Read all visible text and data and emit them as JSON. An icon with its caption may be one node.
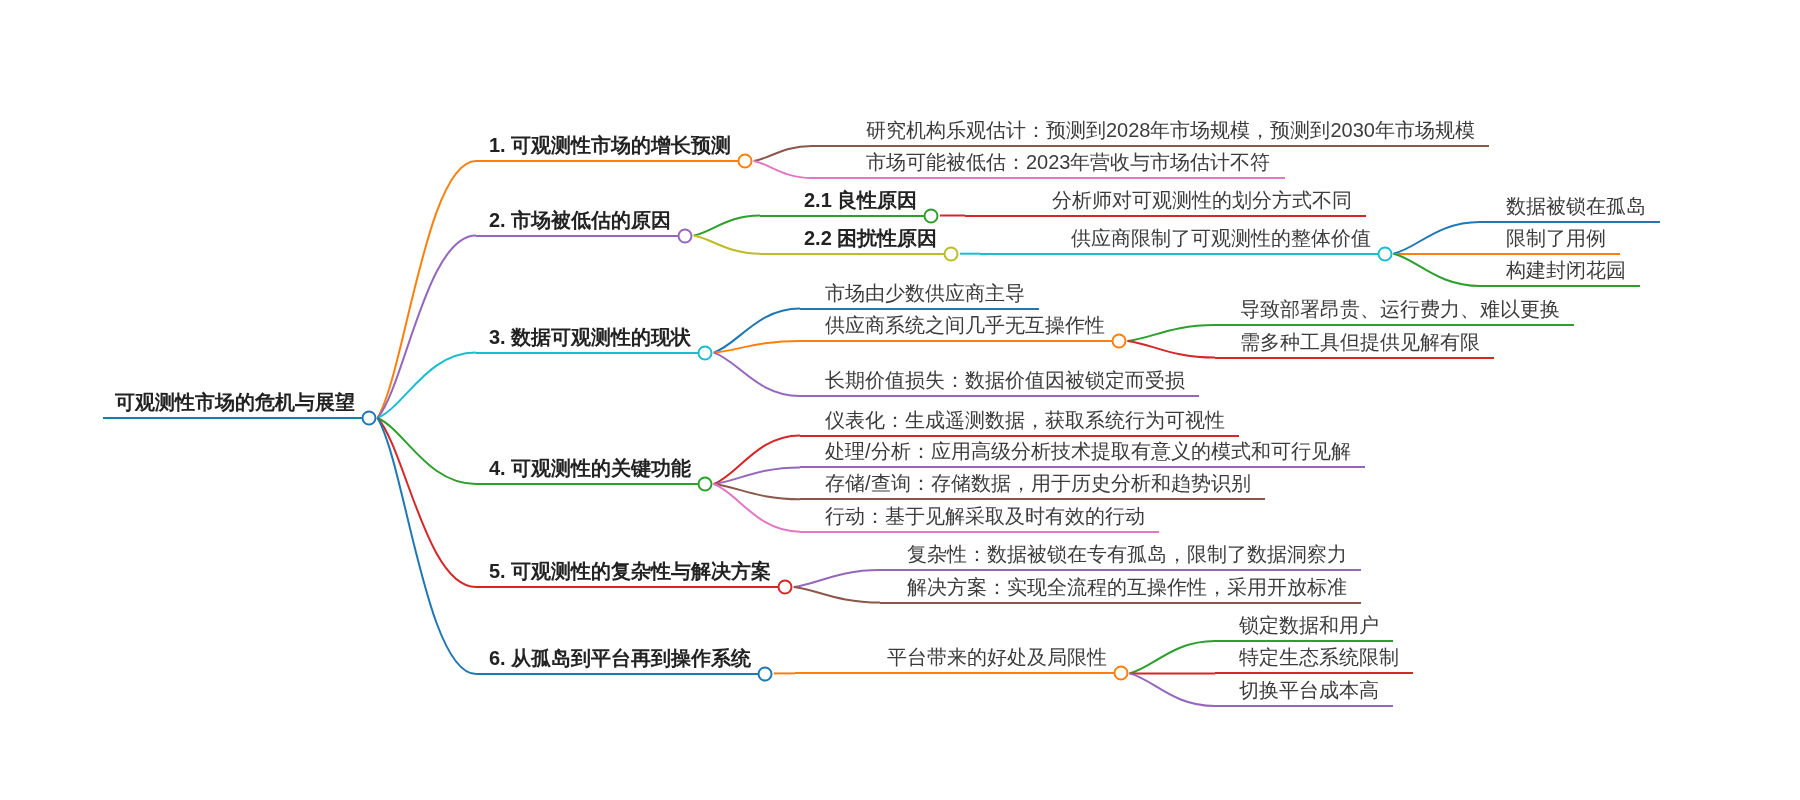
{
  "diagram": {
    "nodes": [
      {
        "text": [
          "可观测性市场的危机与展望"
        ]
      },
      {
        "text": [
          "1. 可观测性市场的增长预测"
        ]
      },
      {
        "text": [
          "研究机构乐观估计：预测到2028年市场规模，预测到2030年市场规模"
        ]
      },
      {
        "text": [
          "市场可能被低估：2023年营收与市场估计不符"
        ]
      },
      {
        "text": [
          "2. 市场被低估的原因"
        ]
      },
      {
        "text": [
          "2.1 良性原因"
        ]
      },
      {
        "text": [
          "分析师对可观测性的划分方式不同"
        ]
      },
      {
        "text": [
          "2.2 困扰性原因"
        ]
      },
      {
        "text": [
          "供应商限制了可观测性的整体价值"
        ]
      },
      {
        "text": [
          "数据被锁在孤岛"
        ]
      },
      {
        "text": [
          "限制了用例"
        ]
      },
      {
        "text": [
          "构建封闭花园"
        ]
      },
      {
        "text": [
          "3. 数据可观测性的现状"
        ]
      },
      {
        "text": [
          "市场由少数供应商主导"
        ]
      },
      {
        "text": [
          "供应商系统之间几乎无互操作性"
        ]
      },
      {
        "text": [
          "导致部署昂贵、运行费力、难以更换"
        ]
      },
      {
        "text": [
          "需多种工具但提供见解有限"
        ]
      },
      {
        "text": [
          "长期价值损失：数据价值因被锁定而受损"
        ]
      },
      {
        "text": [
          "4. 可观测性的关键功能"
        ]
      },
      {
        "text": [
          "仪表化：生成遥测数据，获取系统行为可视性"
        ]
      },
      {
        "text": [
          "处理/分析：应用高级分析技术提取有意义的模式和可行见解"
        ]
      },
      {
        "text": [
          "存储/查询：存储数据，用于历史分析和趋势识别"
        ]
      },
      {
        "text": [
          "行动：基于见解采取及时有效的行动"
        ]
      },
      {
        "text": [
          "5. 可观测性的复杂性与解决方案"
        ]
      },
      {
        "text": [
          "复杂性：数据被锁在专有孤岛，限制了数据洞察力"
        ]
      },
      {
        "text": [
          "解决方案：实现全流程的互操作性，采用开放标准"
        ]
      },
      {
        "text": [
          "6. 从孤岛到平台再到操作系统"
        ]
      },
      {
        "text": [
          "平台带来的好处及局限性"
        ]
      },
      {
        "text": [
          "锁定数据和用户"
        ]
      },
      {
        "text": [
          "特定生态系统限制"
        ]
      },
      {
        "text": [
          "切换平台成本高"
        ]
      }
    ],
    "edges": [
      {
        "from": 0,
        "to": 1,
        "arrow": "none",
        "color": "#ff7f0e"
      },
      {
        "from": 0,
        "to": 4,
        "arrow": "none",
        "color": "#9467bd"
      },
      {
        "from": 0,
        "to": 12,
        "arrow": "none",
        "color": "#17becf"
      },
      {
        "from": 0,
        "to": 18,
        "arrow": "none",
        "color": "#2ca02c"
      },
      {
        "from": 0,
        "to": 23,
        "arrow": "none",
        "color": "#d62728"
      },
      {
        "from": 0,
        "to": 26,
        "arrow": "none",
        "color": "#1f77b4"
      },
      {
        "from": 1,
        "to": 2,
        "arrow": "none",
        "color": "#8c564b"
      },
      {
        "from": 1,
        "to": 3,
        "arrow": "none",
        "color": "#e377c2"
      },
      {
        "from": 4,
        "to": 5,
        "arrow": "none",
        "color": "#2ca02c"
      },
      {
        "from": 4,
        "to": 7,
        "arrow": "none",
        "color": "#bcbd22"
      },
      {
        "from": 5,
        "to": 6,
        "arrow": "none",
        "color": "#d62728"
      },
      {
        "from": 7,
        "to": 8,
        "arrow": "none",
        "color": "#17becf"
      },
      {
        "from": 8,
        "to": 9,
        "arrow": "none",
        "color": "#1f77b4"
      },
      {
        "from": 8,
        "to": 10,
        "arrow": "none",
        "color": "#ff7f0e"
      },
      {
        "from": 8,
        "to": 11,
        "arrow": "none",
        "color": "#2ca02c"
      },
      {
        "from": 12,
        "to": 13,
        "arrow": "none",
        "color": "#1f77b4"
      },
      {
        "from": 12,
        "to": 14,
        "arrow": "none",
        "color": "#ff7f0e"
      },
      {
        "from": 12,
        "to": 17,
        "arrow": "none",
        "color": "#9467bd"
      },
      {
        "from": 14,
        "to": 15,
        "arrow": "none",
        "color": "#2ca02c"
      },
      {
        "from": 14,
        "to": 16,
        "arrow": "none",
        "color": "#d62728"
      },
      {
        "from": 18,
        "to": 19,
        "arrow": "none",
        "color": "#d62728"
      },
      {
        "from": 18,
        "to": 20,
        "arrow": "none",
        "color": "#9467bd"
      },
      {
        "from": 18,
        "to": 21,
        "arrow": "none",
        "color": "#8c564b"
      },
      {
        "from": 18,
        "to": 22,
        "arrow": "none",
        "color": "#e377c2"
      },
      {
        "from": 23,
        "to": 24,
        "arrow": "none",
        "color": "#9467bd"
      },
      {
        "from": 23,
        "to": 25,
        "arrow": "none",
        "color": "#8c564b"
      },
      {
        "from": 26,
        "to": 27,
        "arrow": "none",
        "color": "#ff7f0e"
      },
      {
        "from": 27,
        "to": 28,
        "arrow": "none",
        "color": "#2ca02c"
      },
      {
        "from": 27,
        "to": 29,
        "arrow": "none",
        "color": "#d62728"
      },
      {
        "from": 27,
        "to": 30,
        "arrow": "none",
        "color": "#9467bd"
      }
    ]
  }
}
